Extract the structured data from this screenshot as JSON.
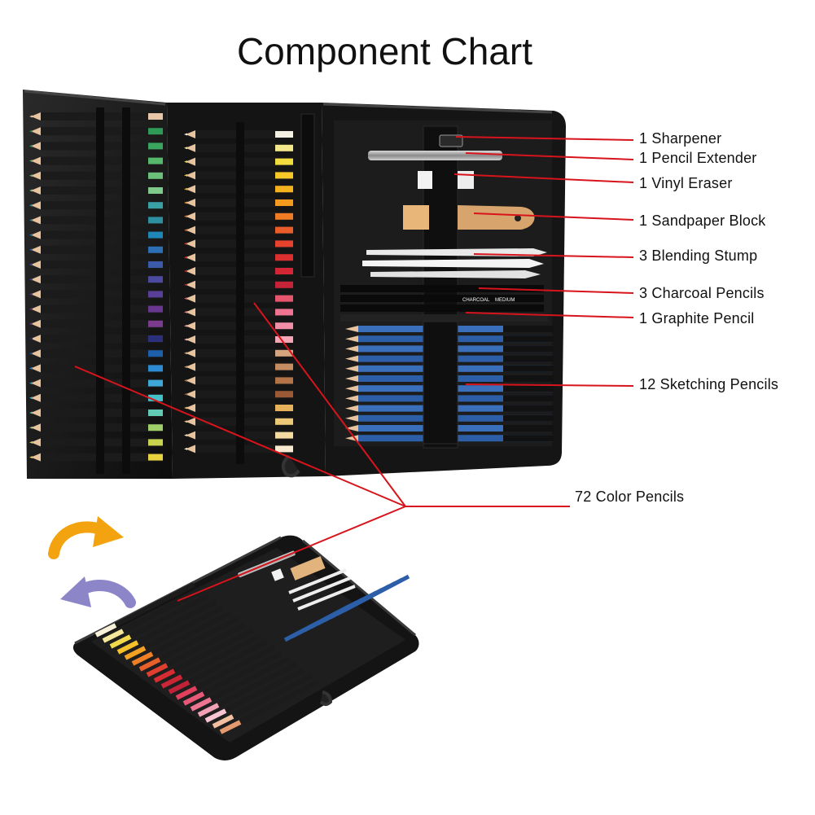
{
  "title": "Component Chart",
  "components": [
    {
      "label": "1 Sharpener"
    },
    {
      "label": "1 Pencil Extender"
    },
    {
      "label": "1 Vinyl Eraser"
    },
    {
      "label": "1 Sandpaper Block"
    },
    {
      "label": "3 Blending Stump"
    },
    {
      "label": "3 Charcoal Pencils"
    },
    {
      "label": "1 Graphite Pencil"
    },
    {
      "label": "12 Sketching Pencils"
    },
    {
      "label": "72 Color Pencils"
    }
  ],
  "pencil_marks": {
    "charcoal_1": "CHARCOAL",
    "charcoal_2": "MEDIUM"
  },
  "colors": {
    "leader_line": "#d7141c",
    "case": "#151515",
    "sketch_pencil": "#2c5fa8",
    "arrow_orange": "#f2a30f",
    "arrow_purple": "#8c86c9"
  },
  "left_palette": [
    "#e8c6a8",
    "#2f9a57",
    "#3aa55e",
    "#56b86a",
    "#6cc17a",
    "#7fc98b",
    "#39a0a6",
    "#2e8fa0",
    "#1f86b8",
    "#2c6fb5",
    "#3b5aa8",
    "#4b4aa0",
    "#5a3f98",
    "#6a3790",
    "#7c3b8e",
    "#2b2f7c",
    "#1d5fa9",
    "#2d8bd3",
    "#3ea9d8",
    "#45bfc9",
    "#62c9b5",
    "#9fcf6b",
    "#c8d44f",
    "#e7d23f"
  ],
  "mid_palette": [
    "#f4f0e2",
    "#f3e98a",
    "#f2dd3f",
    "#f6c928",
    "#f5b21f",
    "#f39a1f",
    "#ef7c24",
    "#ea5d2a",
    "#e5432d",
    "#dc2f30",
    "#d32634",
    "#c62238",
    "#e8556e",
    "#ef7491",
    "#f18fa6",
    "#f5a6b4",
    "#d5a57f",
    "#c78d62",
    "#b57448",
    "#9b5a35",
    "#e6b25b",
    "#edc877",
    "#f3dba1",
    "#f8ead0"
  ],
  "right_palette": [
    "#f6f1d8",
    "#f4e79a",
    "#f1d94d",
    "#f5c02a",
    "#f3a122",
    "#ee7f26",
    "#e75f2b",
    "#df3f2e",
    "#d62c32",
    "#cb2636",
    "#c02238",
    "#e0405c",
    "#e75a77",
    "#ec7591",
    "#f1a0b5",
    "#f6c5d1",
    "#f2c0a0",
    "#e49a6c",
    "#d07a4c",
    "#b85d36",
    "#ecc64b",
    "#f3dc6e",
    "#f7ea97",
    "#fbf2c4"
  ]
}
